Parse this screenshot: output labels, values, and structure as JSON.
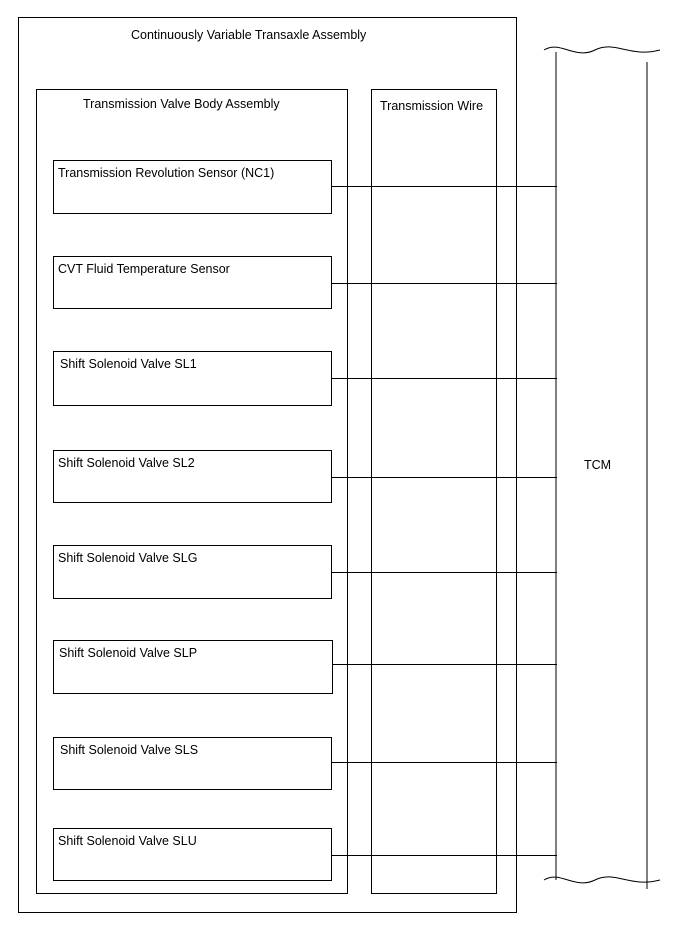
{
  "diagram": {
    "outer_title": "Continuously Variable Transaxle Assembly",
    "valve_body_title": "Transmission Valve Body Assembly",
    "wire_title": "Transmission Wire",
    "tcm_label": "TCM",
    "components": [
      "Transmission Revolution Sensor (NC1)",
      "CVT Fluid Temperature Sensor",
      "Shift Solenoid Valve SL1",
      "Shift Solenoid Valve SL2",
      "Shift Solenoid Valve SLG",
      "Shift Solenoid Valve SLP",
      "Shift Solenoid Valve SLS",
      "Shift Solenoid Valve SLU"
    ]
  }
}
